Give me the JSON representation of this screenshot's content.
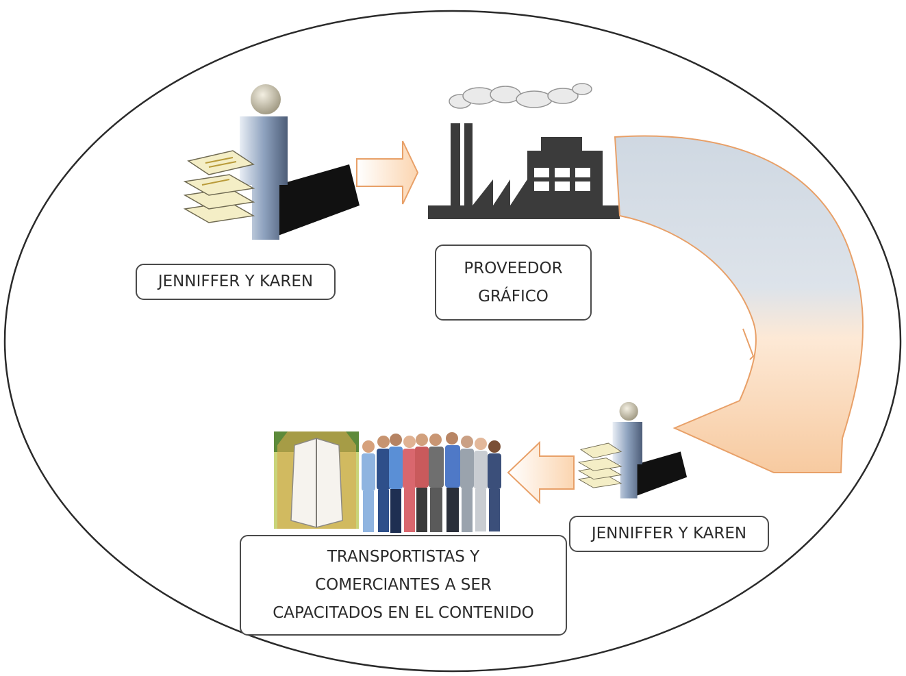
{
  "diagram": {
    "nodes": [
      {
        "id": "author-top",
        "lines": [
          "JENNIFFER Y KAREN"
        ],
        "icon": "person-with-documents-icon"
      },
      {
        "id": "supplier",
        "lines": [
          "PROVEEDOR",
          "GRÁFICO"
        ],
        "icon": "factory-icon"
      },
      {
        "id": "author-bottom",
        "lines": [
          "JENNIFFER Y KAREN"
        ],
        "icon": "person-with-documents-icon"
      },
      {
        "id": "audience",
        "lines": [
          "TRANSPORTISTAS Y",
          "COMERCIANTES A SER",
          "CAPACITADOS EN EL CONTENIDO"
        ],
        "icon": "group-of-people-and-booklet-icon"
      }
    ],
    "edges": [
      {
        "from": "author-top",
        "to": "supplier"
      },
      {
        "from": "supplier",
        "to": "author-bottom"
      },
      {
        "from": "author-bottom",
        "to": "audience"
      }
    ]
  },
  "colors": {
    "arrow_fill": "#fbe3cc",
    "arrow_stroke": "#e8a068",
    "curve_top": "#d5dde6",
    "person_body": "#7f93ad",
    "head": "#d8d2bd",
    "factory": "#3b3b3b",
    "ellipse": "#2a2a2a"
  }
}
